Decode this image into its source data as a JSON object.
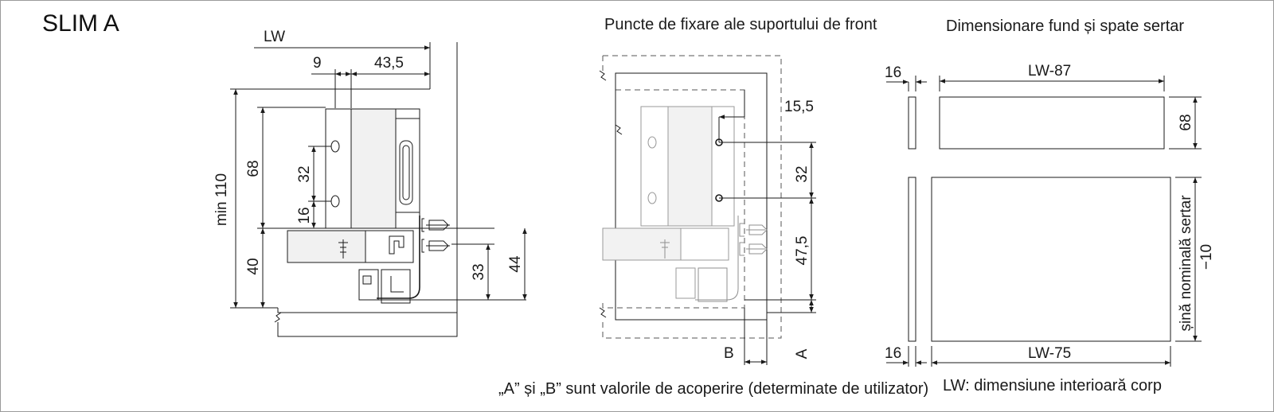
{
  "title": "SLIM A",
  "side_view": {
    "lw": "LW",
    "dim_9": "9",
    "dim_43_5": "43,5",
    "dim_min110": "min 110",
    "dim_68": "68",
    "dim_32": "32",
    "dim_16": "16",
    "dim_40": "40",
    "dim_33": "33",
    "dim_44": "44"
  },
  "front_view": {
    "heading": "Puncte de fixare ale suportului de front",
    "dim_15_5": "15,5",
    "dim_32": "32",
    "dim_47_5": "47,5",
    "label_b": "B",
    "label_a": "A"
  },
  "panel_view": {
    "heading": "Dimensionare fund și spate sertar",
    "dim_16_top": "16",
    "dim_lw87": "LW-87",
    "dim_68": "68",
    "dim_16_bottom": "16",
    "dim_lw75": "LW-75",
    "dim_rail_1": "șină nominală sertar",
    "dim_rail_2": "−10"
  },
  "footnotes": {
    "ab_note": "„A” și „B” sunt valorile de acoperire (determinate de utilizator)",
    "lw_note": "LW: dimensiune interioară corp"
  }
}
